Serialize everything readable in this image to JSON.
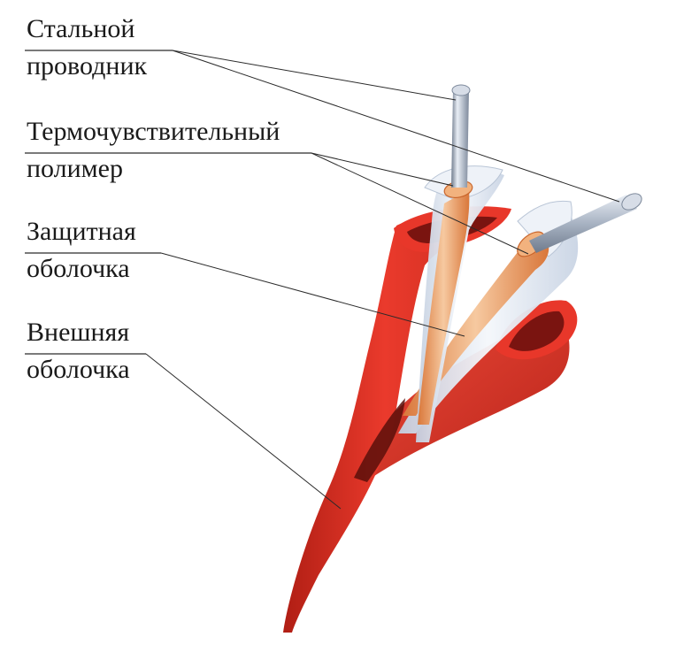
{
  "labels": {
    "steel_conductor": {
      "line1": "Стальной",
      "line2": "проводник"
    },
    "thermo_polymer": {
      "line1": "Термочувствительный",
      "line2": "полимер"
    },
    "protective_sheath": {
      "line1": "Защитная",
      "line2": "оболочка"
    },
    "outer_sheath": {
      "line1": "Внешняя",
      "line2": "оболочка"
    }
  },
  "colors": {
    "outer_sheath": "#e8372a",
    "outer_sheath_dark": "#b01e14",
    "outer_sheath_inner": "#7a1410",
    "polymer": "#e8985a",
    "polymer_light": "#f6c9a0",
    "protective": "#dfe6f0",
    "steel": "#9aa6b8",
    "steel_light": "#e6ebf2"
  }
}
